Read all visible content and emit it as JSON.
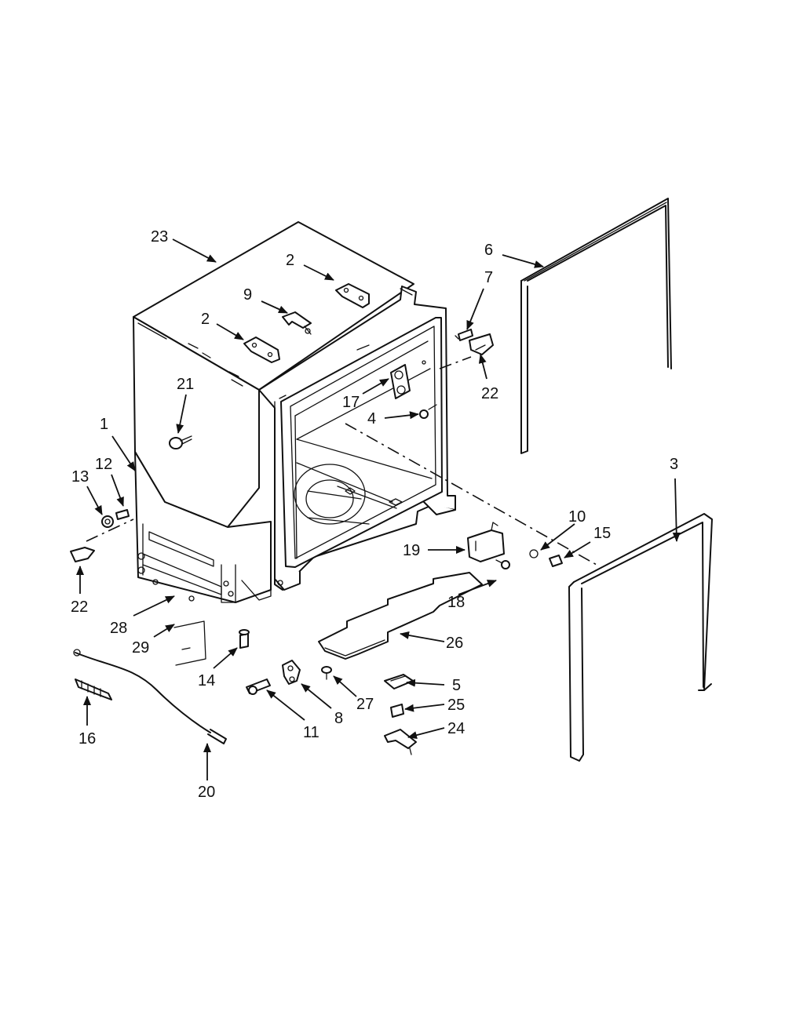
{
  "diagram": {
    "callouts": [
      "23",
      "6",
      "2",
      "7",
      "9",
      "2",
      "22",
      "21",
      "17",
      "4",
      "1",
      "3",
      "12",
      "13",
      "10",
      "15",
      "19",
      "22",
      "18",
      "28",
      "26",
      "29",
      "5",
      "14",
      "27",
      "25",
      "16",
      "8",
      "11",
      "24",
      "20"
    ]
  }
}
